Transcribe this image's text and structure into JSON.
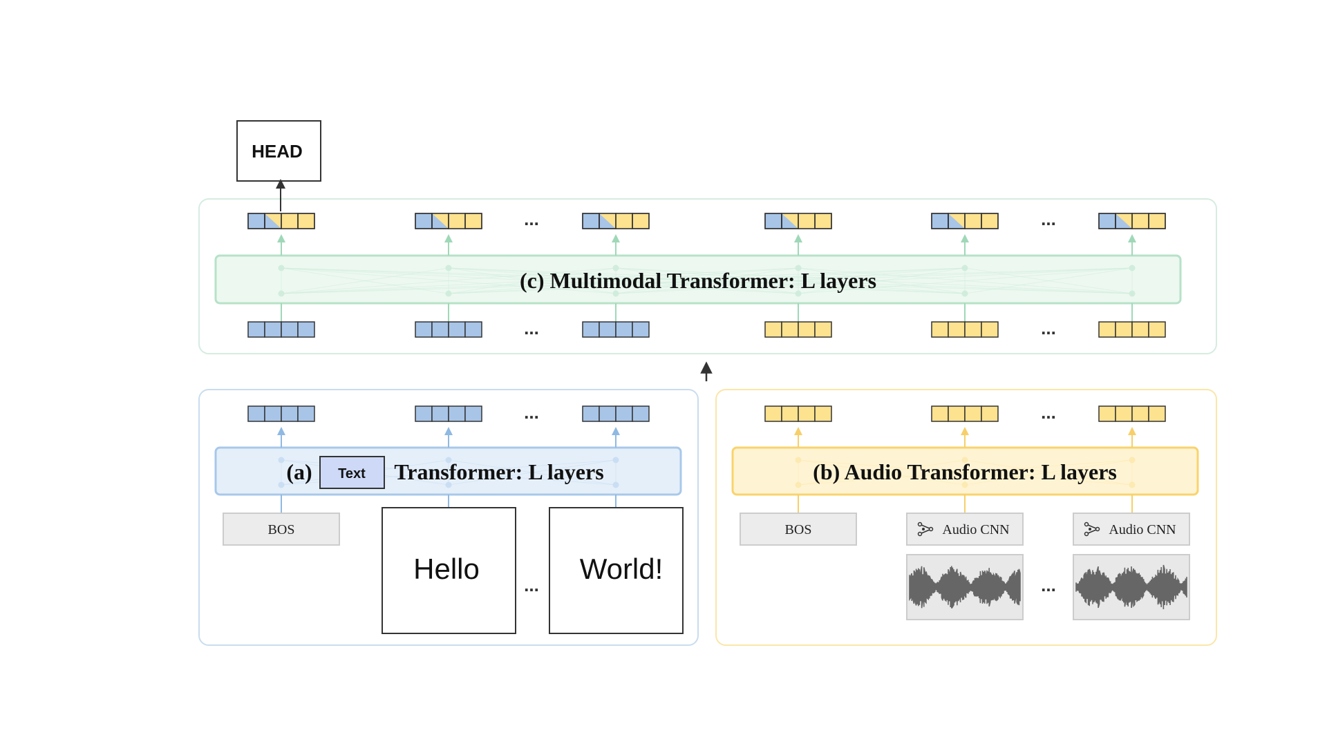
{
  "head": {
    "label": "HEAD"
  },
  "multimodal": {
    "title": "(c) Multimodal Transformer: L layers"
  },
  "text_encoder": {
    "prefix": "(a)",
    "badge": "Text",
    "suffix": "Transformer: L layers"
  },
  "audio_encoder": {
    "title": "(b) Audio Transformer: L layers"
  },
  "text_inputs": {
    "bos": "BOS",
    "word1": "Hello",
    "word2": "World!"
  },
  "audio_inputs": {
    "bos": "BOS",
    "cnn1": "Audio CNN",
    "cnn2": "Audio CNN"
  },
  "ellipsis": "...",
  "colors": {
    "text_blue": "#a8c5e8",
    "audio_yellow": "#fde28f",
    "multimodal_green": "#dff3e6",
    "text_panel_border": "#c9dcef",
    "audio_panel_border": "#fbe6a8",
    "multimodal_panel_border": "#d6ece0"
  }
}
